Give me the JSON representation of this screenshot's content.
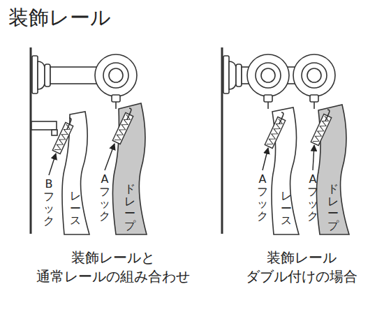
{
  "diagram": {
    "title": "装飾レール",
    "labels": [
      "Bフック",
      "レース",
      "Aフック",
      "ドレープ",
      "装飾レールと 通常レールの組み合わせ",
      "Aフック",
      "レース",
      "Aフック",
      "ドレープ",
      "装飾レール ダブル付けの場合"
    ]
  }
}
